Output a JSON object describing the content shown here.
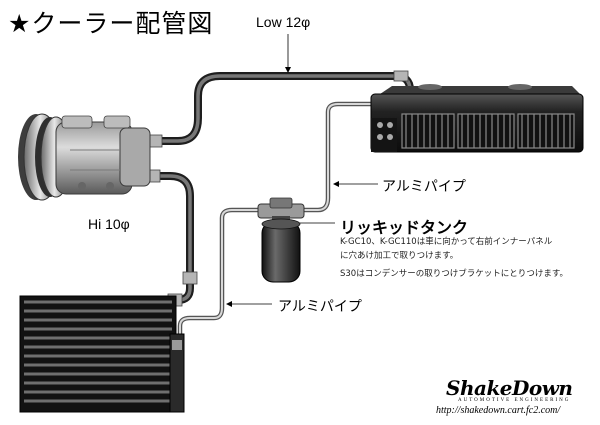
{
  "title": "★クーラー配管図",
  "labels": {
    "low_hose": "Low 12φ",
    "hi_hose": "Hi 10φ",
    "alu_pipe_upper": "アルミパイプ",
    "alu_pipe_lower": "アルミパイプ",
    "liquid_tank": "リッキッドタンク"
  },
  "notes": {
    "line1": "K-GC10、K-GC110は車に向かって右前インナーパネル",
    "line2": "に穴あけ加工で取りつけます。",
    "line3": "S30はコンデンサーの取りつけブラケットにとりつけます。"
  },
  "brand": {
    "logo": "ShakeDown",
    "sub": "AUTOMOTIVE     ENGINEERING",
    "url": "http://shakedown.cart.fc2.com/"
  },
  "colors": {
    "hose": "#3a3a3a",
    "pipe": "#a8a8a8",
    "dark": "#1c1c1c"
  }
}
